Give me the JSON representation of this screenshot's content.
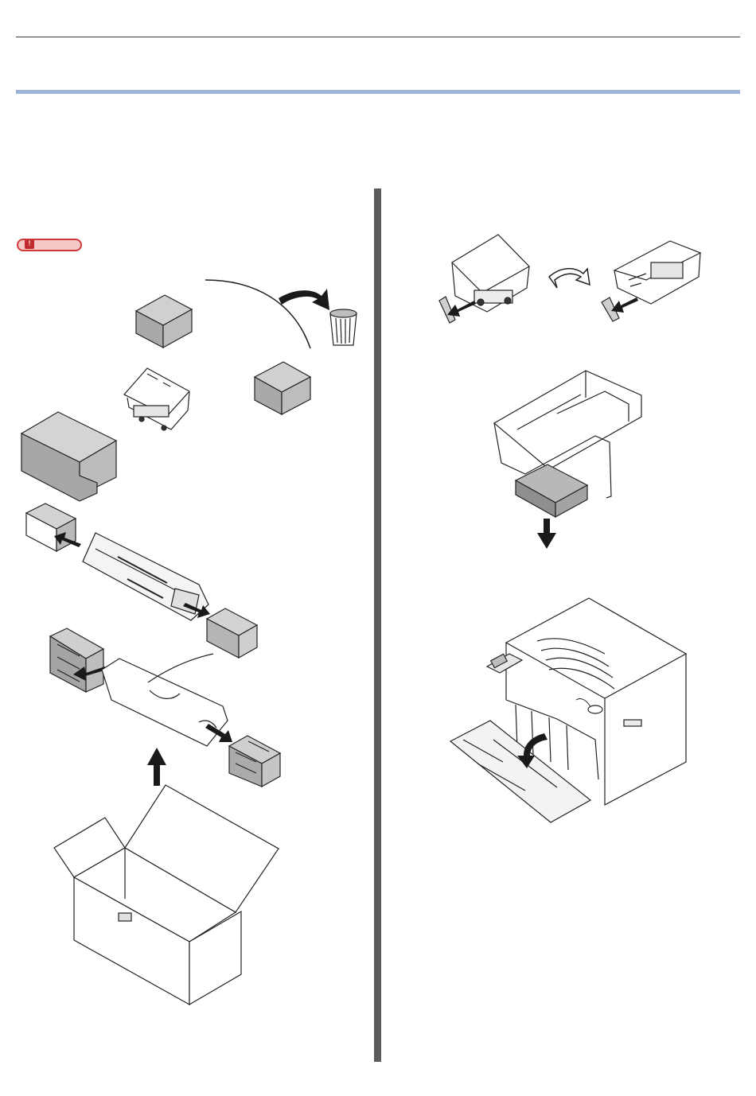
{
  "note": {
    "icon": "exclamation-icon",
    "mark": "!",
    "color": "#d13a3a"
  },
  "colors": {
    "accent_rule": "#9fb3d8",
    "divider": "#5b5b5b",
    "shade": "#b3b3b3",
    "arrow": "#1a1a1a"
  },
  "illustrations": {
    "left": [
      "discard-packing-illustration",
      "remove-inner-packing-illustration",
      "remove-cushion-illustration",
      "lift-from-box-illustration"
    ],
    "right": [
      "remove-tape-illustration",
      "remove-drum-packing-illustration",
      "open-front-cover-illustration"
    ]
  }
}
